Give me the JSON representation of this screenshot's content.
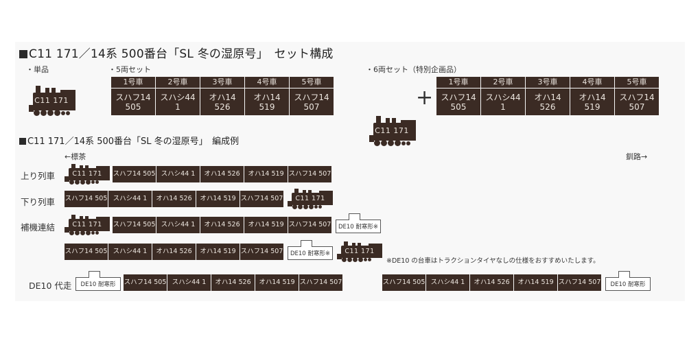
{
  "section1": {
    "title": "C11 171／14系 500番台「SL 冬の湿原号」　セット構成",
    "single": {
      "label": "・単品",
      "loco": "C11  171"
    },
    "set5": {
      "label": "・5両セット",
      "columns": [
        {
          "header": "1号車",
          "name": "スハフ14",
          "num": "505"
        },
        {
          "header": "2号車",
          "name": "スハシ44",
          "num": "1"
        },
        {
          "header": "3号車",
          "name": "オハ14",
          "num": "526"
        },
        {
          "header": "4号車",
          "name": "オハ14",
          "num": "519"
        },
        {
          "header": "5号車",
          "name": "スハフ14",
          "num": "507"
        }
      ]
    },
    "set6": {
      "label": "・6両セット（特別企画品）",
      "loco": "C11  171",
      "plus": "+",
      "columns": [
        {
          "header": "1号車",
          "name": "スハフ14",
          "num": "505"
        },
        {
          "header": "2号車",
          "name": "スハシ44",
          "num": "1"
        },
        {
          "header": "3号車",
          "name": "オハ14",
          "num": "526"
        },
        {
          "header": "4号車",
          "name": "オハ14",
          "num": "519"
        },
        {
          "header": "5号車",
          "name": "スハフ14",
          "num": "507"
        }
      ]
    }
  },
  "section2": {
    "title": "C11 171／14系 500番台「SL 冬の湿原号」　編成例",
    "dir_left": "←標茶",
    "dir_right": "釧路→",
    "loco": "C11  171",
    "cars": [
      "スハフ14  505",
      "スハシ44  1",
      "オハ14  526",
      "オハ14  519",
      "スハフ14  507"
    ],
    "de10_note_label": "DE10  耐寒形※",
    "de10_label": "DE10  耐寒形",
    "rows": {
      "up": "上り列車",
      "down": "下り列車",
      "helper": "補機連結",
      "de10": "DE10 代走"
    },
    "footnote": "※DE10 の台車はトラクションタイヤなしの仕様をおすすめいたします。"
  },
  "colors": {
    "car": "#3b2b24",
    "car_text": "#ece6df",
    "panel": "#f8f8f8"
  }
}
